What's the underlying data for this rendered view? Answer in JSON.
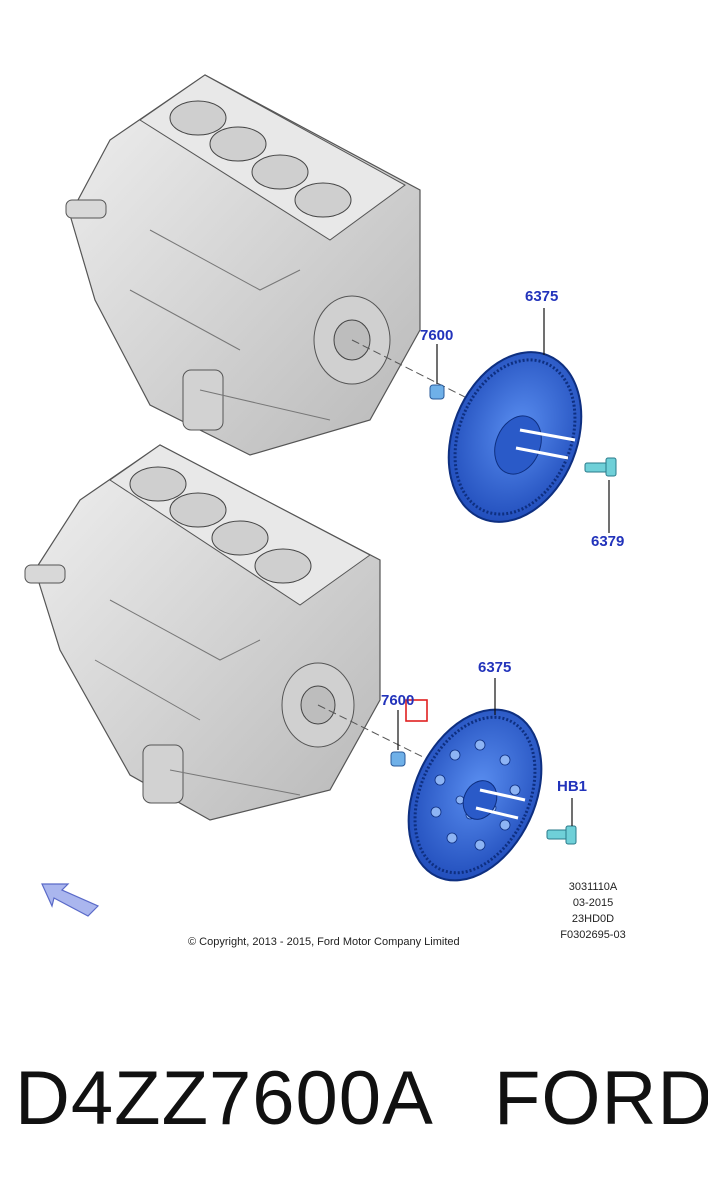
{
  "callouts": {
    "top_flywheel": "6375",
    "top_bushing": "7600",
    "top_bolt": "6379",
    "bottom_flexplate": "6375",
    "bottom_bushing": "7600",
    "bottom_bolt": "HB1"
  },
  "diagram_info": {
    "line1": "3031110A",
    "line2": "03-2015",
    "line3": "23HD0D",
    "line4": "F0302695-03"
  },
  "copyright": "© Copyright, 2013 - 2015, Ford Motor Company Limited",
  "footer": {
    "part_number": "D4ZZ7600A",
    "brand": "FORD"
  },
  "icons": {
    "view_arrow": "navigation-arrow-icon",
    "highlight": "selection-box-icon"
  },
  "colors": {
    "part_blue": "#2c5fd6",
    "callout_blue": "#2233bb",
    "engine_gray": "#dcdcdc",
    "highlight_red": "#e02020"
  }
}
